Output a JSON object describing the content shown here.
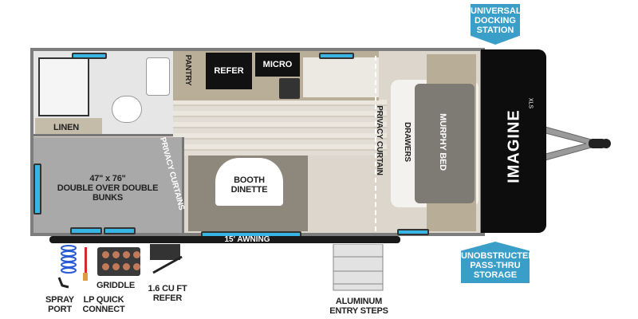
{
  "callouts": {
    "docking": [
      "UNIVERSAL",
      "DOCKING",
      "STATION"
    ],
    "storage": [
      "UNOBSTRUCTED",
      "PASS-THRU",
      "STORAGE"
    ]
  },
  "rooms": {
    "pantry": "PANTRY",
    "refer": "REFER",
    "micro": "MICRO",
    "linen": "LINEN",
    "bunks": [
      "47\" x 76\"",
      "DOUBLE OVER DOUBLE",
      "BUNKS"
    ],
    "privacy_curtains": "PRIVACY CURTAINS",
    "booth": [
      "BOOTH",
      "DINETTE"
    ],
    "privacy_curtain": "PRIVACY CURTAIN",
    "drawers": "DRAWERS",
    "murphy_bed": "MURPHY BED"
  },
  "exterior": {
    "awning": "15' AWNING",
    "spray_port": [
      "SPRAY",
      "PORT"
    ],
    "lp": [
      "LP QUICK",
      "CONNECT"
    ],
    "griddle": "GRIDDLE",
    "refer": [
      "1.6 CU FT",
      "REFER"
    ],
    "steps": [
      "ALUMINUM",
      "ENTRY STEPS"
    ]
  },
  "logo": {
    "brand": "IMAGINE",
    "model": "XLS"
  },
  "colors": {
    "callout": "#3a9fc8",
    "window": "#37b6e6",
    "floor": "#dcd6cc"
  }
}
